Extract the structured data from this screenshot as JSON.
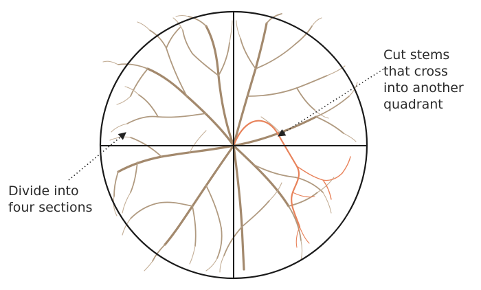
{
  "callouts": {
    "cut_stems": {
      "lines": [
        "Cut stems",
        "that cross",
        "into another",
        "quadrant"
      ]
    },
    "divide_sections": {
      "lines": [
        "Divide into",
        "four sections"
      ]
    }
  },
  "colors": {
    "circle": "#1a1a1a",
    "root": "#a98e72",
    "root_light": "#c9b49c",
    "cut_stem": "#e8825a",
    "arrow": "#222222",
    "text": "#2a2a2a"
  }
}
